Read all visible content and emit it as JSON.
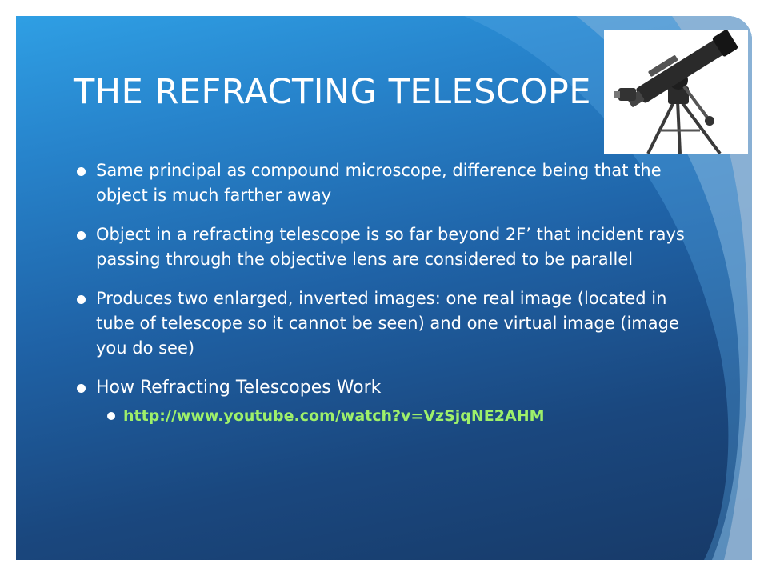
{
  "slide": {
    "title": "THE REFRACTING TELESCOPE",
    "bullets": [
      "Same principal as compound microscope, difference being that the object is much farther away",
      "Object in a refracting telescope is so far beyond 2F’ that incident rays passing through the objective lens are considered to be parallel",
      "Produces two enlarged, inverted images: one real image (located in tube of telescope so it cannot be seen) and one virtual image (image you do see)",
      "How Refracting Telescopes Work"
    ],
    "sub_link": "http://www.youtube.com/watch?v=VzSjqNE2AHM"
  },
  "colors": {
    "background_top": "#2f9fe4",
    "background_bottom": "#173a68",
    "text": "#ffffff",
    "link": "#9ef06a"
  },
  "icons": {
    "bullet": "filled-circle",
    "image": "telescope-photo"
  }
}
